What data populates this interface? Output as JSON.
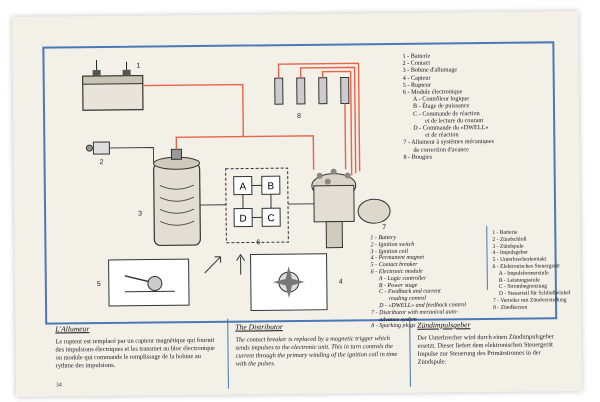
{
  "french_legend": [
    "1 - Batterie",
    "2 - Contact",
    "3 - Bobine d'allumage",
    "4 - Capteur",
    "5 - Rupteur",
    "6 - Module électronique",
    "A - Contrôleur logique",
    "B - Étage de puissance",
    "C - Commande de réaction",
    "et de lecture du courant",
    "D - Commande du «DWELL»",
    "et de réaction",
    "7 - Allumeur à systèmes mécaniques",
    "de correction d'avance",
    "8 - Bougies"
  ],
  "english_legend": [
    "1 - Battery",
    "2 - Ignition switch",
    "3 - Ignition coil",
    "4 - Permanent magnet",
    "5 - Contact breaker",
    "6 - Electronic module",
    "A - Logic controller",
    "B - Power stage",
    "C - Feedback and current",
    "reading control",
    "D - «DWELL» and feedback control",
    "7 - Distributor with mecanical auto-",
    "advance system",
    "8 - Sparking plugs"
  ],
  "german_legend": [
    "1 - Batterie",
    "2 - Zündschloß",
    "3 - Zündspule",
    "4 - Impulsgeber",
    "5 - Unterbrecherkontakt",
    "6 - Elektronisches Steuergerät",
    "A - Impulsformerstufe",
    "B - Leistungsstufe",
    "C - Strombegrenzung",
    "D - Steuerteil für Schließwinkel",
    "7 - Verteiler mit Zündverstellung",
    "8 - Zündkerzen"
  ],
  "diagram": {
    "callouts": [
      "1",
      "2",
      "3",
      "4",
      "5",
      "6",
      "7",
      "8"
    ],
    "module_blocks": [
      "A",
      "B",
      "D",
      "C"
    ]
  },
  "columns": {
    "french": {
      "heading": "L'Allumeur",
      "text": "Le rupteur est remplacé par un capteur magnétique qui fournit des impulsions électriques et les transmet au bloc électronique ou module qui commande le remplissage de la bobine au rythme des impulsions."
    },
    "english": {
      "heading": "The Distributor",
      "text": "The contact breaker is replaced by a magnetic trigger which sends impulses to the electronic unit. This in turn controls the current through the primary winding of the ignition coil in time with the pulses."
    },
    "german": {
      "heading": "Zündimpulsgeber",
      "text": "Der Unterbrecher wird durch einen Zündimpulsgeber ersetzt. Dieser liefert dem elektronischen Steuergerät Impulse zur Steuerung des Primärstromes in der Zündspule."
    }
  },
  "page_number": "34",
  "colors": {
    "frame": "#4a78b8",
    "hv_wire": "#e8644a",
    "paper": "#f3f0e7"
  }
}
